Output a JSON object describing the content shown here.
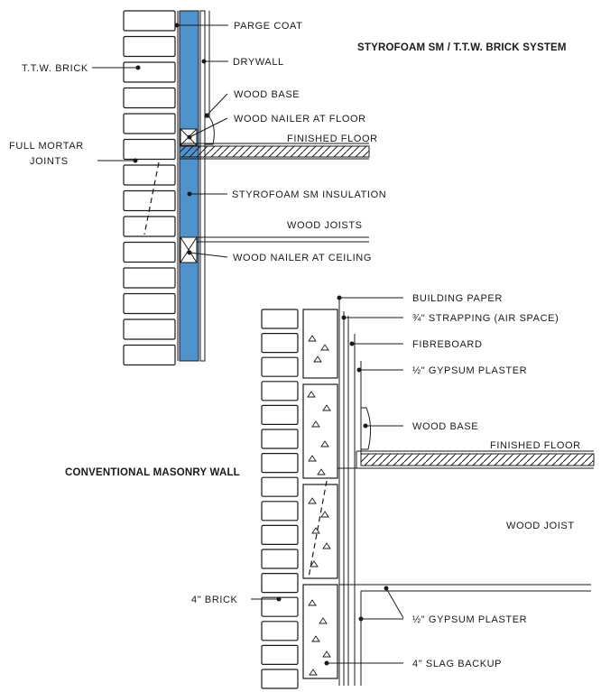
{
  "diagram_top": {
    "title": "STYROFOAM SM / T.T.W. BRICK SYSTEM",
    "labels": {
      "parge_coat": "PARGE COAT",
      "ttw_brick": "T.T.W. BRICK",
      "drywall": "DRYWALL",
      "wood_base": "WOOD BASE",
      "wood_nailer_floor": "WOOD NAILER AT FLOOR",
      "full_mortar_1": "FULL MORTAR",
      "full_mortar_2": "JOINTS",
      "finished_floor": "FINISHED FLOOR",
      "styrofoam_insulation": "STYROFOAM SM INSULATION",
      "wood_joists": "WOOD JOISTS",
      "wood_nailer_ceiling": "WOOD NAILER AT CEILING"
    },
    "colors": {
      "insulation": "#4f92cc"
    }
  },
  "diagram_bottom": {
    "title": "CONVENTIONAL MASONRY WALL",
    "labels": {
      "building_paper": "BUILDING PAPER",
      "strapping": "¾\" STRAPPING (AIR SPACE)",
      "fibreboard": "FIBREBOARD",
      "gypsum_plaster_top": "½\" GYPSUM PLASTER",
      "wood_base": "WOOD BASE",
      "finished_floor": "FINISHED FLOOR",
      "wood_joist": "WOOD JOIST",
      "brick": "4\" BRICK",
      "gypsum_plaster_bottom": "½\" GYPSUM PLASTER",
      "slag_backup": "4\" SLAG BACKUP"
    }
  }
}
